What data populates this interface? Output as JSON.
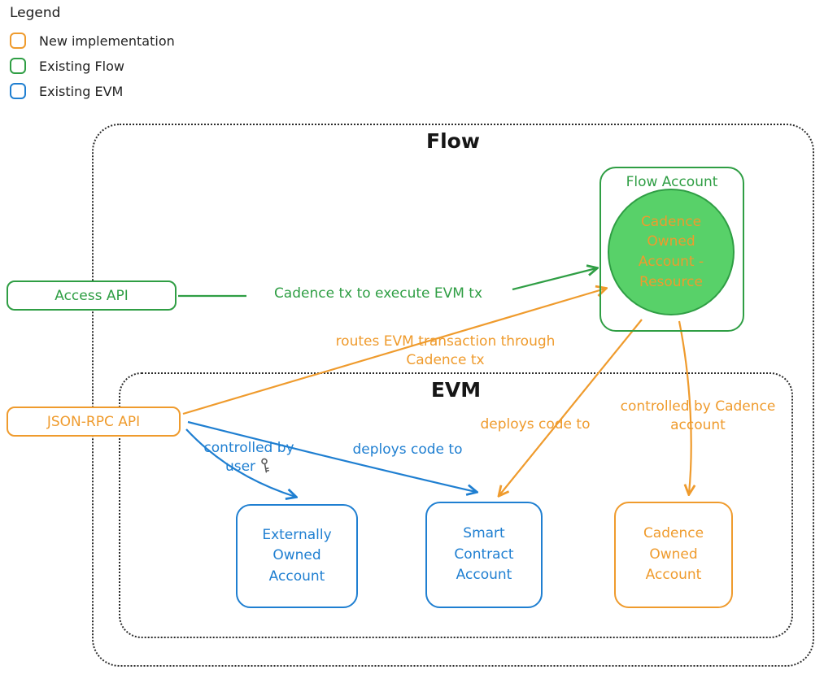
{
  "colors": {
    "orange": "#ef9b2d",
    "green": "#2f9e44",
    "green_fill": "#58d169",
    "blue": "#1f7fd1"
  },
  "legend": {
    "title": "Legend",
    "items": [
      {
        "label": "New implementation",
        "color": "#ef9b2d"
      },
      {
        "label": "Existing Flow",
        "color": "#2f9e44"
      },
      {
        "label": "Existing EVM",
        "color": "#1f7fd1"
      }
    ]
  },
  "containers": {
    "flow": {
      "title": "Flow"
    },
    "evm": {
      "title": "EVM"
    }
  },
  "nodes": {
    "flow_account": {
      "title": "Flow Account"
    },
    "coa_resource": {
      "label": "Cadence Owned Account - Resource"
    },
    "access_api": {
      "label": "Access API"
    },
    "json_rpc_api": {
      "label": "JSON-RPC API"
    },
    "externally_owned_account": {
      "label": "Externally Owned Account"
    },
    "smart_contract_account": {
      "label": "Smart Contract Account"
    },
    "cadence_owned_account": {
      "label": "Cadence Owned Account"
    }
  },
  "edges": {
    "cadence_tx": {
      "label": "Cadence tx to execute EVM tx"
    },
    "routes_evm": {
      "line1": "routes EVM transaction through",
      "line2": "Cadence tx"
    },
    "controlled_by_user": {
      "line1": "controlled by",
      "line2": "user"
    },
    "deploys_code_user": {
      "label": "deploys code to"
    },
    "deploys_code_cadence": {
      "label": "deploys code to"
    },
    "controlled_by_cadence": {
      "line1": "controlled by Cadence",
      "line2": "account"
    }
  }
}
